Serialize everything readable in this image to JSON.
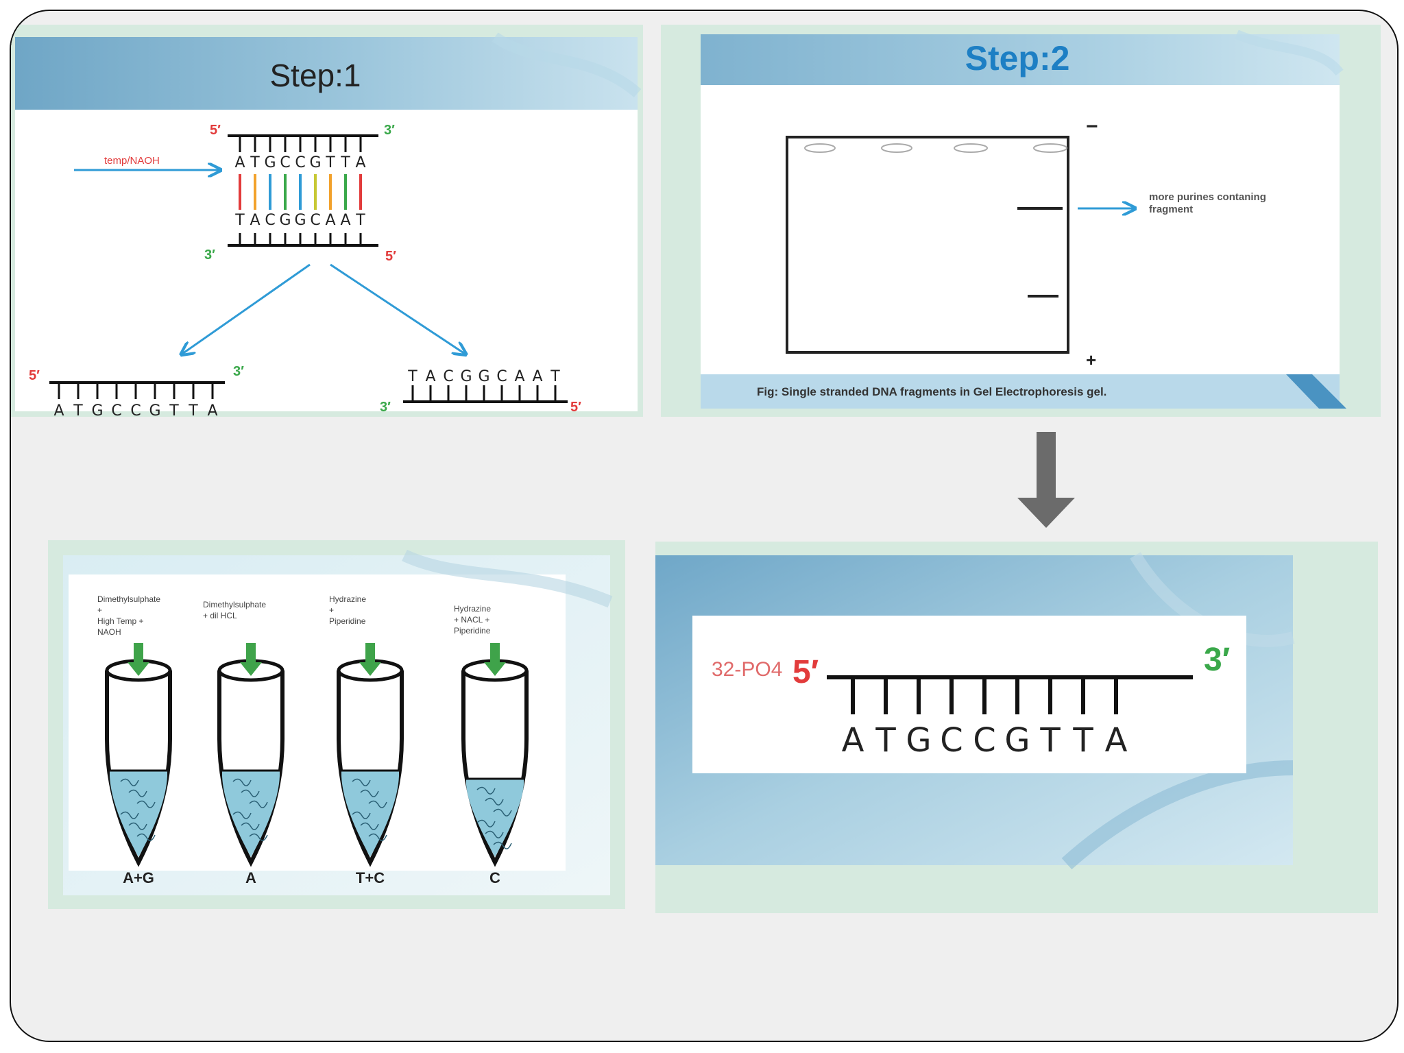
{
  "step1": {
    "title": "Step:1",
    "arrow_label": "temp/NAOH",
    "top_strand": "ATGCCGTTA",
    "bottom_strand": "TACGGCAAT",
    "prime5": "5′",
    "prime3": "3′"
  },
  "step2": {
    "title": "Step:2",
    "minus": "−",
    "plus": "+",
    "annotation_line1": "more purines contaning",
    "annotation_line2": "fragment",
    "caption": "Fig:  Single stranded DNA fragments in Gel Electrophoresis gel."
  },
  "step3": {
    "tubes": [
      {
        "reagent": [
          "Dimethylsulphate",
          "+",
          "High Temp +",
          "NAOH"
        ],
        "label": "A+G"
      },
      {
        "reagent": [
          "Dimethylsulphate",
          "+ dil  HCL"
        ],
        "label": "A"
      },
      {
        "reagent": [
          "Hydrazine",
          "+",
          "Piperidine"
        ],
        "label": "T+C"
      },
      {
        "reagent": [
          "Hydrazine",
          "+ NACL +",
          "Piperidine"
        ],
        "label": "C"
      }
    ]
  },
  "step4": {
    "phosphate_label": "32-PO4",
    "prime5": "5′",
    "prime3": "3′",
    "strand": "ATGCCGTTA"
  },
  "colors": {
    "accent_blue": "#2f9bd6",
    "prime5_red": "#e23b3b",
    "prime3_green": "#3aa84a",
    "panel_frame": "#cfe6d9",
    "header_band": "#7fb2cf",
    "tube_arrow_green": "#3fa34a",
    "tube_liquid": "#8fc9db",
    "flow_arrow_gray": "#6b6b6b"
  }
}
